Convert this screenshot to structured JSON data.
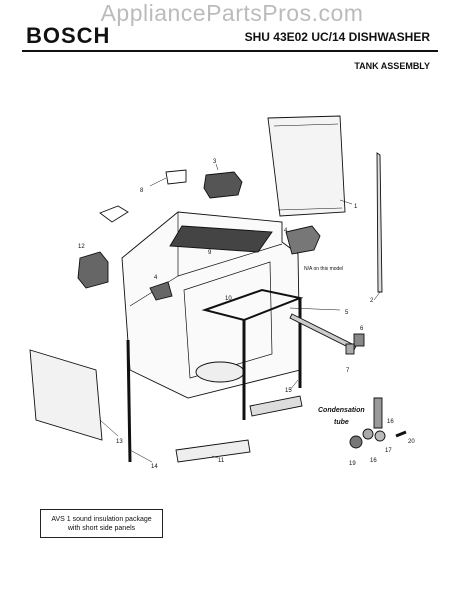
{
  "header": {
    "brand": "BOSCH",
    "model": "SHU 43E02 UC/14 DISHWASHER",
    "section": "TANK ASSEMBLY",
    "watermark": "AppliancePartsPros.com"
  },
  "callouts": [
    "1",
    "2",
    "3",
    "4",
    "4",
    "5",
    "6",
    "7",
    "8",
    "9",
    "10",
    "11",
    "12",
    "13",
    "14",
    "15",
    "16",
    "16",
    "17",
    "19",
    "20"
  ],
  "notes": {
    "na_model": "N/A on this model",
    "condensation_line1": "Condensation",
    "condensation_line2": "tube"
  },
  "box": {
    "line1": "AVS 1 sound insulation package",
    "line2": "with short side panels"
  }
}
